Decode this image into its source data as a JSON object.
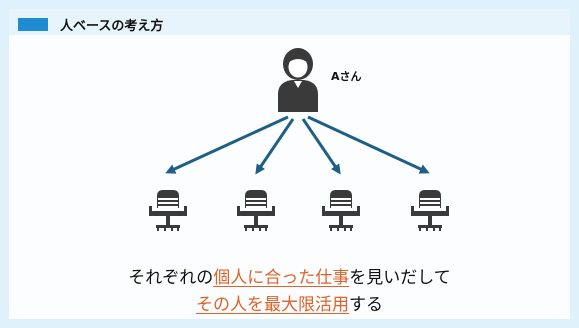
{
  "header": {
    "title": "人ベースの考え方"
  },
  "person": {
    "label": "Aさん"
  },
  "caption": {
    "line1": [
      {
        "text": "それぞれの",
        "highlight": false
      },
      {
        "text": "個人に合った仕事",
        "highlight": true
      },
      {
        "text": "を見いだして",
        "highlight": false
      }
    ],
    "line2": [
      {
        "text": "その人を最大限活用",
        "highlight": true
      },
      {
        "text": "する",
        "highlight": false
      }
    ]
  },
  "colors": {
    "accent": "#1f8bd0",
    "arrow": "#1e5f86",
    "highlight": "#e0632a"
  }
}
